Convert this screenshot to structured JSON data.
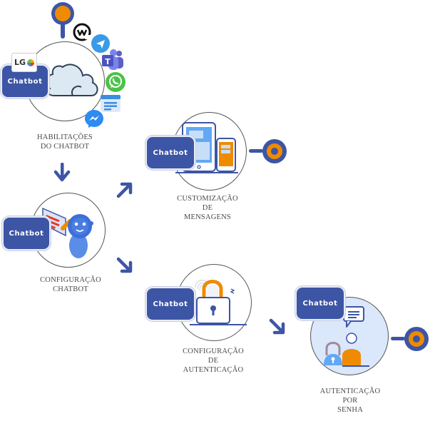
{
  "diagram": {
    "node_badge_label": "Chatbot",
    "nodes": [
      {
        "id": "habilitacoes",
        "label_lines": [
          "HABILITAÇÕES",
          "DO CHATBOT"
        ],
        "icon": "cloud-icon"
      },
      {
        "id": "configuracao-chatbot",
        "label_lines": [
          "CONFIGURAÇÃO",
          "CHATBOT"
        ],
        "icon": "robot-icon"
      },
      {
        "id": "customizacao",
        "label_lines": [
          "CUSTOMIZAÇÃO",
          "DE",
          "MENSAGENS"
        ],
        "icon": "devices-icon"
      },
      {
        "id": "configuracao-autenticacao",
        "label_lines": [
          "CONFIGURAÇÃO",
          "DE",
          "AUTENTICAÇÃO"
        ],
        "icon": "padlock-icon"
      },
      {
        "id": "autenticacao-senha",
        "label_lines": [
          "AUTENTICAÇÃO",
          "POR",
          "SENHA"
        ],
        "icon": "user-lock-icon"
      }
    ],
    "channels": [
      "LG",
      "workplace",
      "telegram",
      "teams",
      "whatsapp",
      "sms",
      "messenger"
    ],
    "logo_text": "LG",
    "teams_letter": "T",
    "colors": {
      "primary": "#3d55a5",
      "accent": "#ef8b00",
      "light_blue": "#dbe7fb",
      "sky": "#62a8f5"
    }
  }
}
